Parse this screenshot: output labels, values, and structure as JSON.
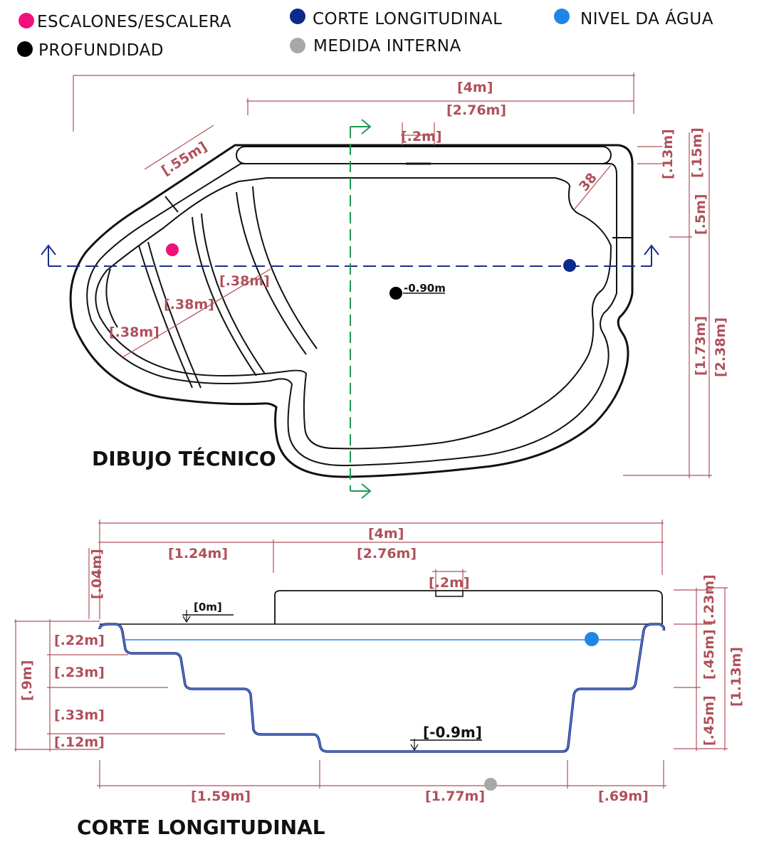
{
  "legend": {
    "items": [
      {
        "label": "ESCALONES/ESCALERA",
        "color": "#f0127a"
      },
      {
        "label": "PROFUNDIDAD",
        "color": "#000000"
      },
      {
        "label": "CORTE LONGITUDINAL",
        "color": "#0a2a8c"
      },
      {
        "label": "MEDIDA INTERNA",
        "color": "#a8a8a8"
      },
      {
        "label": "NIVEL DA ÁGUA",
        "color": "#1f86e6"
      }
    ]
  },
  "plan": {
    "title": "DIBUJO TÉCNICO",
    "depth_label": "-0.90m",
    "dims": {
      "total_width": "[4m]",
      "inner_width": "[2.76m]",
      "step_width": "[.2m]",
      "diagonal": "[.55m]",
      "right_top": "[.13m]",
      "right_top_outer": "[.15m]",
      "radius": "38",
      "right_mid": "[.5m]",
      "right_low": "[1.73m]",
      "total_height": "[2.38m]",
      "step_1": "[.38m]",
      "step_2": "[.38m]",
      "step_3": "[.38m]"
    }
  },
  "section": {
    "title": "CORTE LONGITUDINAL",
    "level_top": "[0m]",
    "level_bottom": "[-0.9m]",
    "dims": {
      "total_width": "[4m]",
      "left_width": "[1.24m]",
      "right_width": "[2.76m]",
      "cover_notch": "[.2m]",
      "left_top": "[.04m]",
      "step_h1": "[.22m]",
      "step_h2": "[.23m]",
      "step_h3": "[.33m]",
      "step_h4": "[.12m]",
      "total_depth": "[.9m]",
      "right_h1": "[.23m]",
      "right_h2": "[.45m]",
      "right_h3": "[.45m]",
      "right_total": "[1.13m]",
      "bottom_left": "[1.59m]",
      "bottom_mid": "[1.77m]",
      "bottom_right": "[.69m]"
    }
  }
}
